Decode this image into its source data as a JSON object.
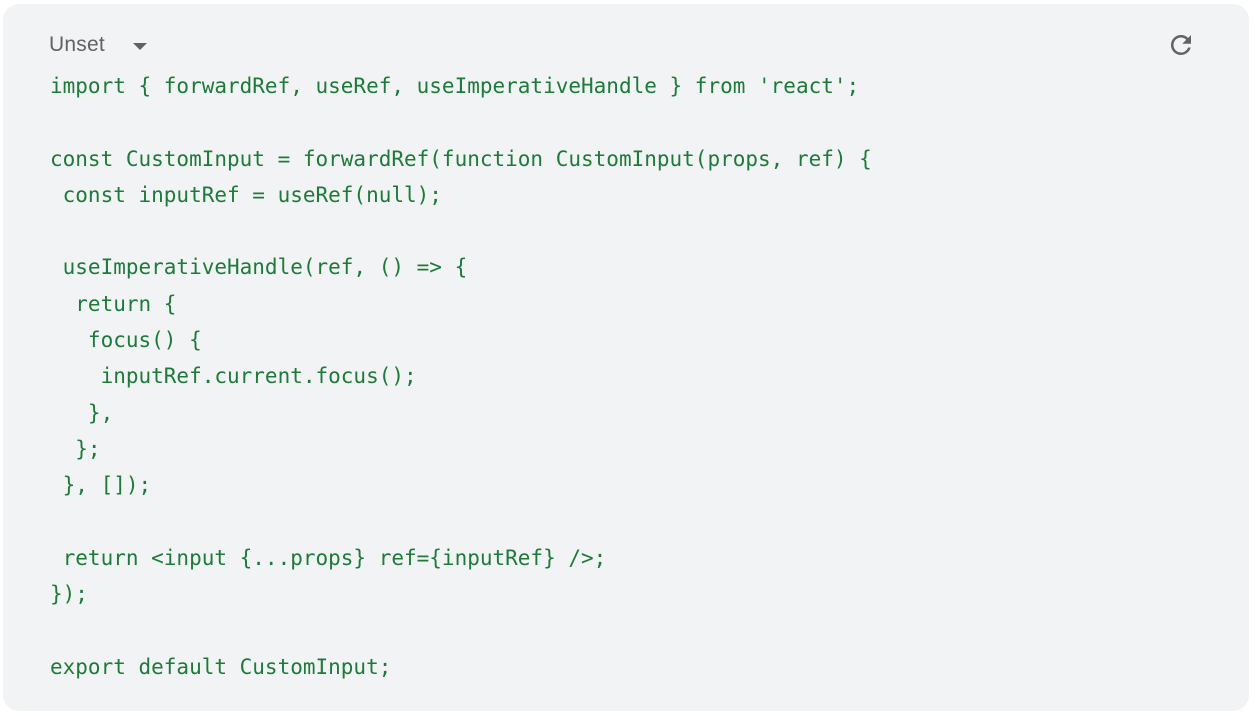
{
  "toolbar": {
    "language_label": "Unset",
    "reload_icon": "reload-icon",
    "chevron_icon": "chevron-down-icon"
  },
  "colors": {
    "panel_background": "#f1f3f4",
    "code_text": "#1e7a3a",
    "toolbar_text": "#5f6368"
  },
  "code": {
    "lines": [
      "import { forwardRef, useRef, useImperativeHandle } from 'react';",
      "",
      "const CustomInput = forwardRef(function CustomInput(props, ref) {",
      " const inputRef = useRef(null);",
      "",
      " useImperativeHandle(ref, () => {",
      "  return {",
      "   focus() {",
      "    inputRef.current.focus();",
      "   },",
      "  };",
      " }, []);",
      "",
      " return <input {...props} ref={inputRef} />;",
      "});",
      "",
      "export default CustomInput;"
    ]
  }
}
